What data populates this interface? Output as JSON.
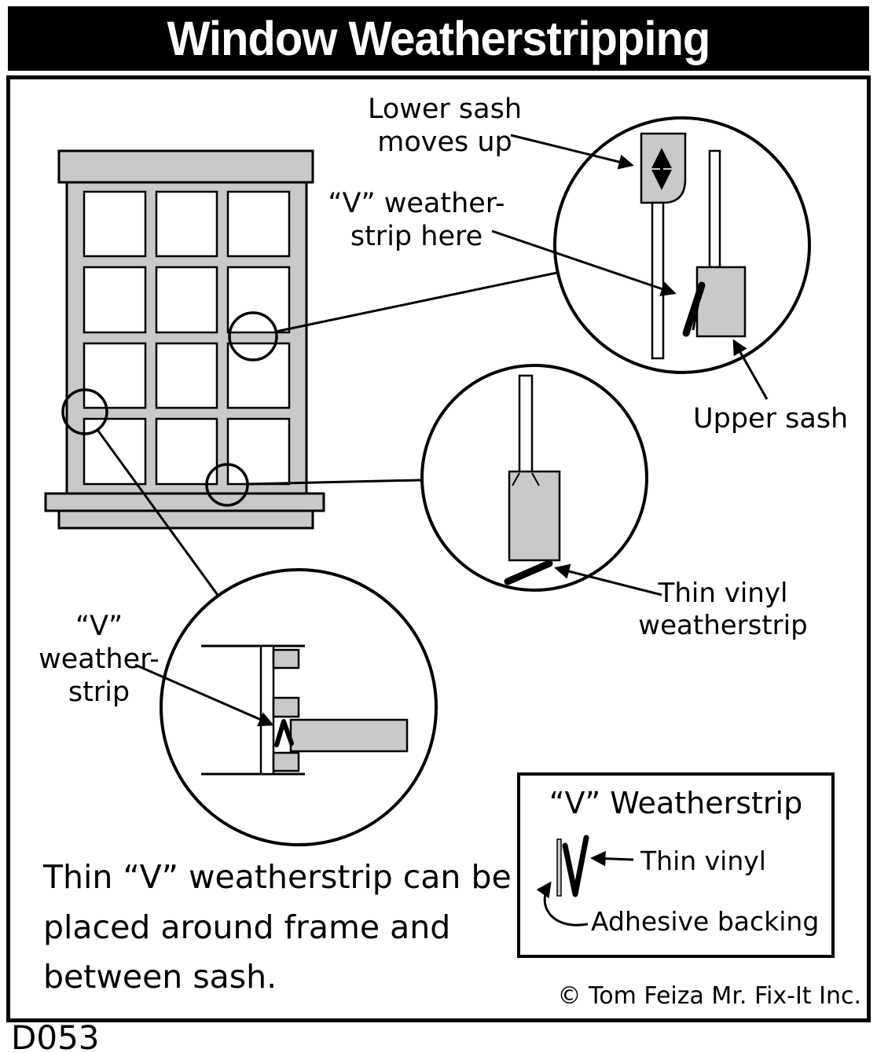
{
  "title": "Window Weatherstripping",
  "figure_id": "D053",
  "copyright": "© Tom Feiza Mr. Fix-It Inc.",
  "colors": {
    "frame_gray": "#c9c9c9",
    "black": "#000000",
    "white": "#ffffff"
  },
  "callouts": {
    "lower_sash": "Lower sash\nmoves up",
    "v_strip_here": "“V” weather-\nstrip here",
    "upper_sash": "Upper sash",
    "thin_vinyl": "Thin vinyl\nweatherstrip",
    "v_strip": "“V” weather-\nstrip",
    "caption": "Thin “V” weatherstrip can be\nplaced around frame and\nbetween sash."
  },
  "legend": {
    "title": "“V” Weatherstrip",
    "thin_vinyl": "Thin vinyl",
    "adhesive": "Adhesive backing"
  }
}
